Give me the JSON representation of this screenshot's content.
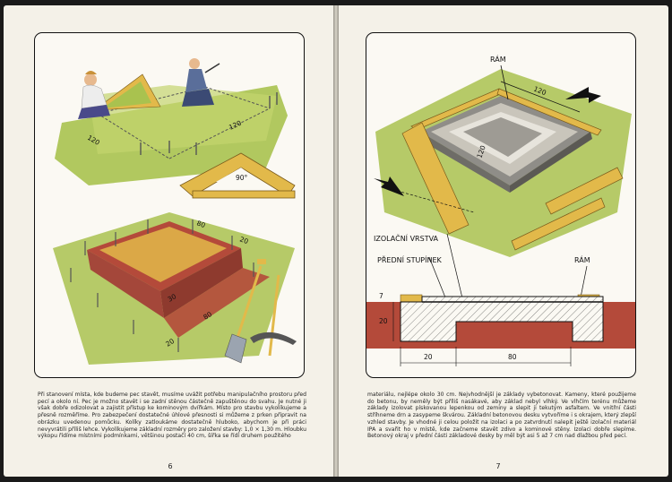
{
  "left_page": {
    "page_number": "6",
    "figure1": {
      "dim_a": "120",
      "dim_b": "120",
      "angle": "90°"
    },
    "figure2": {
      "dim_top": "80",
      "dim_top_right": "20",
      "dim_right": "80",
      "dim_depth": "30",
      "dim_bottom": "20"
    },
    "paragraph": "Při stanovení místa, kde budeme pec stavět, musíme uvážit potřebu manipulačního prostoru před pecí a okolo ní. Pec je možno stavět i se zadní stěnou částečně zapuštěnou do svahu. Je nutné ji však dobře odizolovat a zajistit přístup ke kominovým dvířkám. Místo pro stavbu vykolíkujeme a přesně rozměříme. Pro zabezpečení dostatečné úhlové přesnosti si můžeme z prken připravit na obrázku uvedenou pomůcku. Kolíky zatloukáme dostatečně hluboko, abychom je při práci nevyvrátili příliš lehce. Vykolíkujeme základní rozměry pro založení stavby: 1,0 × 1,30 m. Hloubku výkopu řídíme místními podmínkami, většinou postačí 40 cm, šířka se řídí druhem použitého"
  },
  "right_page": {
    "page_number": "7",
    "figure3": {
      "label_frame": "RÁM",
      "dim_top": "120",
      "dim_inner": "120"
    },
    "figure4": {
      "label_insulation": "IZOLAČNÍ VRSTVA",
      "label_step": "PŘEDNÍ STUPÍNEK",
      "label_frame": "RÁM",
      "dim_left_top": "7",
      "dim_left_side": "20",
      "dim_bottom_a": "20",
      "dim_bottom_b": "80"
    },
    "paragraph": "materiálu, nejlépe okolo 30 cm. Nejvhodnější je základy vybetonovat. Kameny, které použijeme do betonu, by neměly být příliš nasákavé, aby základ nebyl vlhký. Ve vlhčím terénu můžeme základy izolovat pískovanou lepenkou od zeminy a slepit ji tekutým asfaltem. Ve vnitřní části stříhneme drn a zasypeme škvárou. Základní betonovou desku vytvoříme i s okrajem, který zlepší vzhled stavby. Je vhodné ji celou položit na izolaci a po zatvrdnutí nalepit ještě izolační materiál IPA a svařit ho v místě, kde začneme stavět zdivo a kominové stěny. Izolaci dobře slepíme. Betonový okraj v přední části základové desky by měl být asi 5 až 7 cm nad dlažbou před pecí."
  },
  "colors": {
    "grass": "#a9c24f",
    "wood": "#e2b94a",
    "earth": "#b44a3a",
    "concrete": "#c9c5bb",
    "paper": "#f4f1e8"
  }
}
